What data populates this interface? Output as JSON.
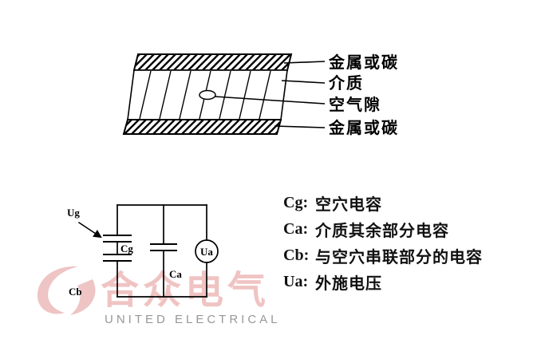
{
  "cross_section": {
    "label_top_electrode": "金属或碳",
    "label_dielectric": "介质",
    "label_air_gap": "空气隙",
    "label_bottom_electrode": "金属或碳"
  },
  "circuit": {
    "ug": "Ug",
    "cg": "Cg",
    "ca": "Ca",
    "cb": "Cb",
    "ua": "Ua"
  },
  "legend": {
    "items": [
      {
        "symbol": "Cg:",
        "text": "空穴电容"
      },
      {
        "symbol": "Ca:",
        "text": "介质其余部分电容"
      },
      {
        "symbol": "Cb:",
        "text": "与空穴串联部分的电容"
      },
      {
        "symbol": "Ua:",
        "text": "外施电压"
      }
    ]
  },
  "watermark": {
    "brand_cn": "合众电气",
    "brand_en": "UNITED ELECTRICAL",
    "accent_color": "#dd8a8a"
  }
}
